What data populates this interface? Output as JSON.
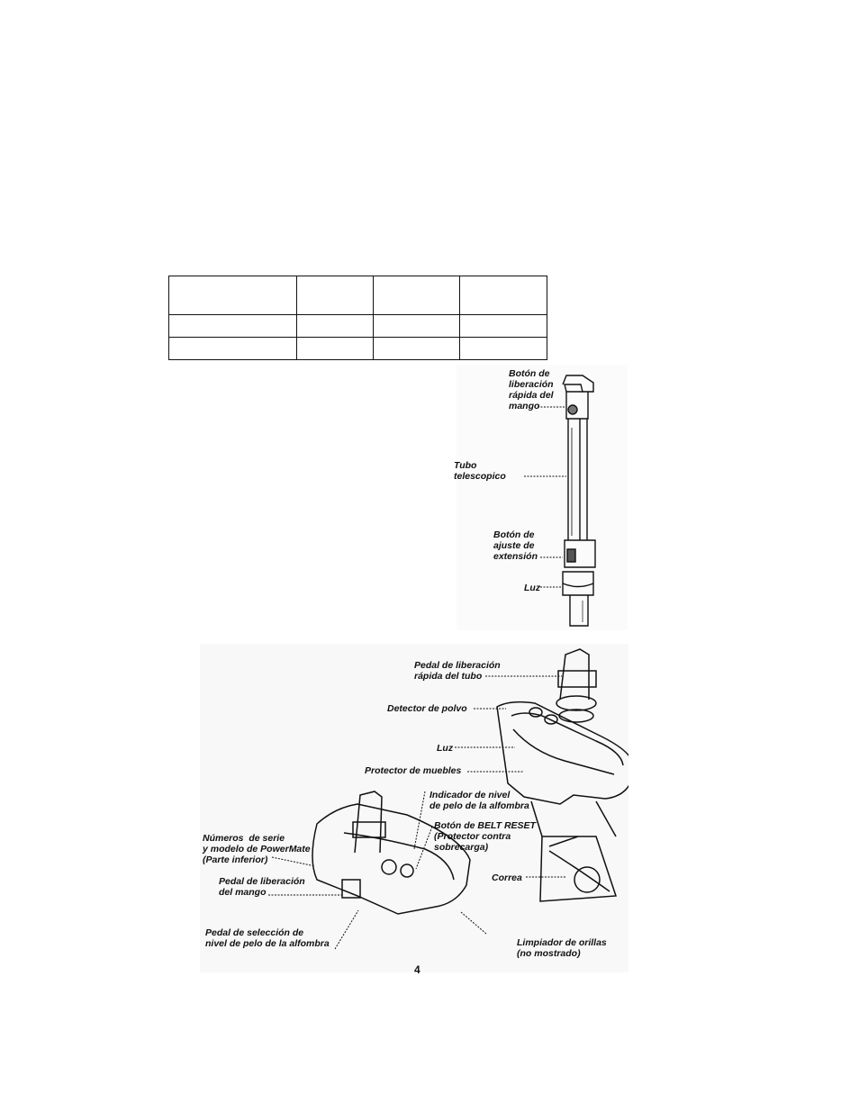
{
  "spec_table": {
    "rows": [
      [
        "",
        "",
        "",
        ""
      ],
      [
        "",
        "",
        "",
        ""
      ],
      [
        "",
        "",
        "",
        ""
      ]
    ]
  },
  "wand_figure": {
    "labels": {
      "handle_release": "Botón de\nliberación\nrápida del\nmango",
      "telescopic_tube": "Tubo\ntelescopico",
      "extension_button": "Botón de\najuste de\nextensión",
      "light": "Luz"
    }
  },
  "powermate_figure": {
    "labels": {
      "tube_release_pedal": "Pedal de liberación\nrápida del tubo",
      "dust_detector": "Detector de polvo",
      "light": "Luz",
      "furniture_guard": "Protector de muebles",
      "pile_indicator": "Indicador de nivel\nde pelo de la alfombra",
      "belt_reset": "Botón de BELT RESET\n(Protector contra\nsobrecarga)",
      "serial_numbers": "Números  de serie\ny modelo de PowerMate\n(Parte inferior)",
      "handle_release_pedal": "Pedal de liberación\ndel mango",
      "belt": "Correa",
      "pile_selector_pedal": "Pedal de selección de\nnivel de pelo de la alfombra",
      "edge_cleaner": "Limpiador de orillas\n(no mostrado)"
    }
  },
  "page_number": "4"
}
